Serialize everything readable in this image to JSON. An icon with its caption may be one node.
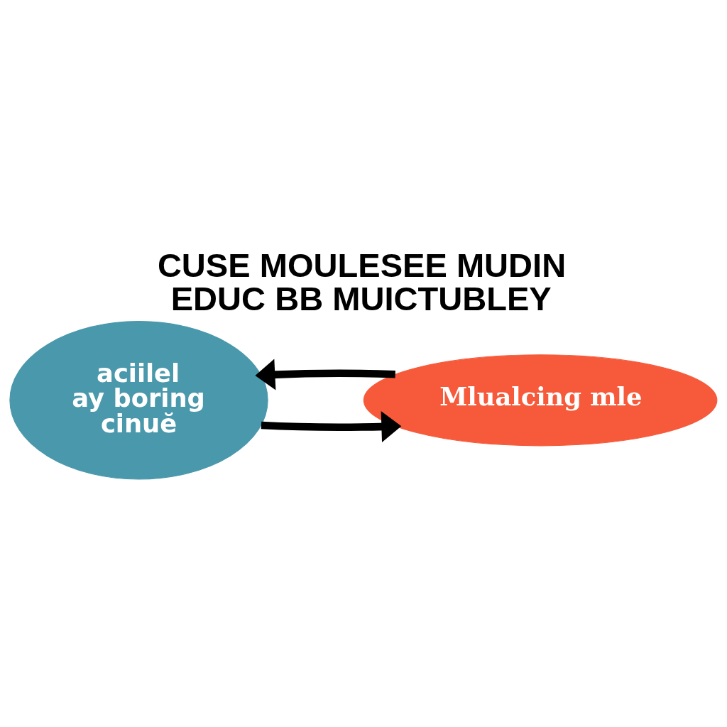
{
  "diagram": {
    "title": "CUSE MOULESEE MUDIN EDUC BB MUICTUBLEY",
    "nodes": [
      {
        "text": [
          "aciilel ay boring cinuĕ"
        ]
      },
      {
        "text": [
          "Mlualcing mle"
        ]
      }
    ],
    "edges": [
      {
        "from": 0,
        "to": 1,
        "arrow": "to"
      },
      {
        "from": 1,
        "to": 0,
        "arrow": "to"
      }
    ]
  }
}
